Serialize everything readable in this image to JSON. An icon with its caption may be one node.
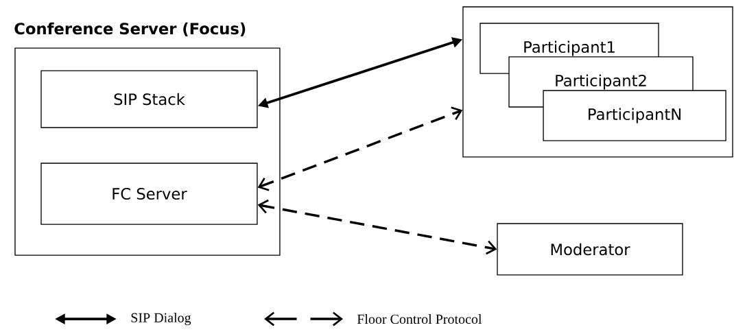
{
  "diagram": {
    "nodes": [
      {
        "text": [
          "Conference Server (Focus)"
        ]
      },
      {
        "text": [
          "SIP Stack"
        ],
        "in": 0
      },
      {
        "text": [
          "FC Server"
        ],
        "in": 0
      },
      {
        "text": [],
        "shape": "box"
      },
      {
        "text": [
          "Participant1"
        ],
        "in": 3
      },
      {
        "text": [
          "Participant2"
        ],
        "in": 3
      },
      {
        "text": [
          "ParticipantN"
        ],
        "in": 3
      },
      {
        "text": [
          "Moderator"
        ]
      }
    ],
    "edges": [
      {
        "from": 1,
        "to": 3,
        "arrow": "both"
      },
      {
        "from": 2,
        "to": 3,
        "arrow": "both",
        "style": "dashed"
      },
      {
        "from": 2,
        "to": 7,
        "arrow": "both",
        "style": "dashed"
      }
    ],
    "legend": [
      {
        "text": "SIP Dialog"
      },
      {
        "text": "Floor Control Protocol"
      }
    ]
  }
}
